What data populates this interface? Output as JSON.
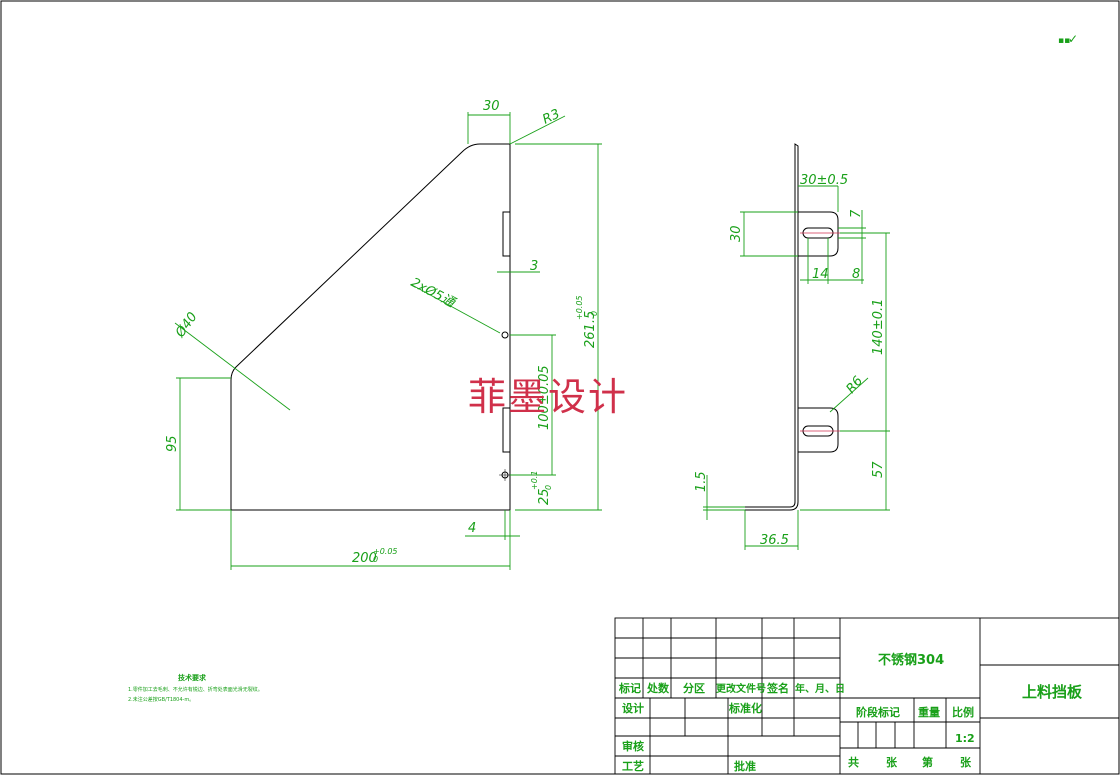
{
  "surface_symbol": "✓",
  "watermark": "菲墨设计",
  "front_view": {
    "dims": {
      "top_width": "30",
      "corner_radius": "R3",
      "hole_spec": "2xØ5通",
      "tab_offset": "3",
      "arc_dia": "Ø40",
      "left_height": "95",
      "total_height": "261.5",
      "total_height_tol": "+0.05",
      "total_height_tol2": "0",
      "hole_spacing": "100±0.05",
      "bottom_hole": "25",
      "bottom_hole_tol": "+0.1",
      "bottom_hole_tol2": "0",
      "bottom_offset": "4",
      "total_width": "200",
      "total_width_tol": "+0.05",
      "total_width_tol2": "0"
    }
  },
  "side_view": {
    "dims": {
      "slot_pos": "30±0.5",
      "slot_width_v": "7",
      "slot_height": "30",
      "slot_length": "14",
      "slot_edge": "8",
      "slot_spacing": "140±0.1",
      "slot_radius": "R6",
      "bottom_pos": "57",
      "thickness": "1.5",
      "flange": "36.5"
    }
  },
  "tech_notes": {
    "title": "技术要求",
    "lines": [
      "1.零件加工去毛刺、不允许有锐边、折弯处表面光滑无裂纹。",
      "2.未注公差按GB/T1804-m。"
    ]
  },
  "title_block": {
    "material": "不锈钢304",
    "part_name": "上料挡板",
    "headers": [
      "标记",
      "处数",
      "分区",
      "更改文件号",
      "签名",
      "年、月、日"
    ],
    "design": "设计",
    "standardize": "标准化",
    "stage_mark": "阶段标记",
    "weight": "重量",
    "scale_label": "比例",
    "scale": "1:2",
    "review": "审核",
    "process": "工艺",
    "approve": "批准",
    "total": "共",
    "sheets": "张",
    "nth": "第",
    "sheet": "张"
  }
}
